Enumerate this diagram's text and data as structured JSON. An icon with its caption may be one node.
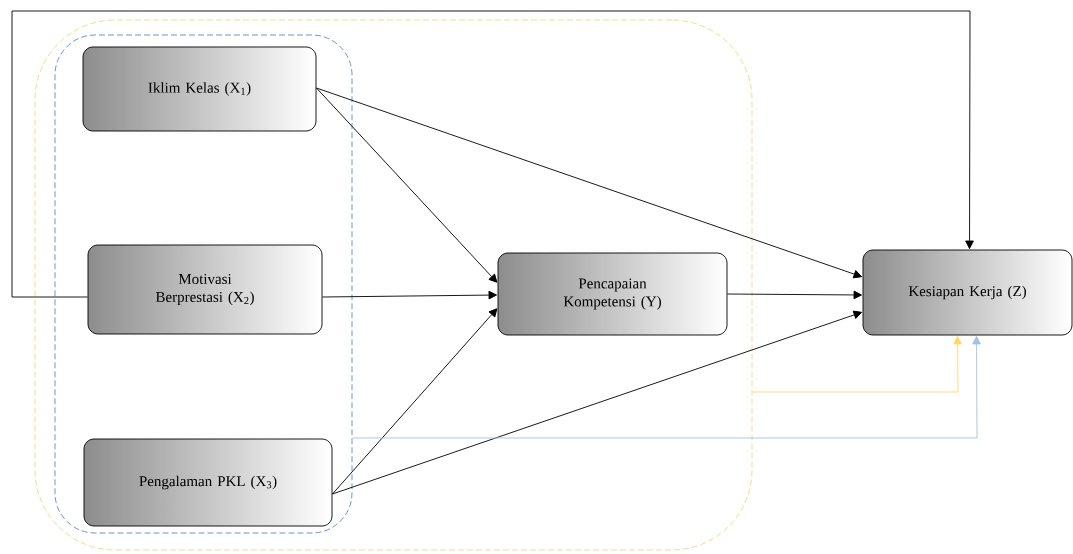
{
  "diagram": {
    "nodes": [
      {
        "text": [],
        "shape": "box"
      },
      {
        "text": [],
        "shape": "box",
        "in": 0
      },
      {
        "text": [
          "Iklim Kelas (X$_{1}$)"
        ],
        "in": 1
      },
      {
        "text": [
          "Motivasi Berprestasi (X$_{2}$)"
        ],
        "in": 1
      },
      {
        "text": [
          "Pengalaman PKL (X$_{3}$)"
        ],
        "in": 1
      },
      {
        "text": [
          "Pencapaian Kompetensi (Y)"
        ],
        "in": 0
      },
      {
        "text": [
          "Kesiapan Kerja (Z)"
        ]
      }
    ],
    "edges": [
      {
        "from": 2,
        "to": 5,
        "arrow": "to"
      },
      {
        "from": 2,
        "to": 6,
        "arrow": "to"
      },
      {
        "from": 3,
        "to": 5,
        "arrow": "to"
      },
      {
        "from": 3,
        "to": 6,
        "arrow": "to"
      },
      {
        "from": 4,
        "to": 5,
        "arrow": "to"
      },
      {
        "from": 4,
        "to": 6,
        "arrow": "to"
      },
      {
        "from": 5,
        "to": 6,
        "arrow": "to"
      },
      {
        "from": 0,
        "to": 6,
        "arrow": "to",
        "color": "#ffd966"
      },
      {
        "from": 1,
        "to": 6,
        "arrow": "to",
        "color": "#9dc3e6"
      }
    ]
  }
}
